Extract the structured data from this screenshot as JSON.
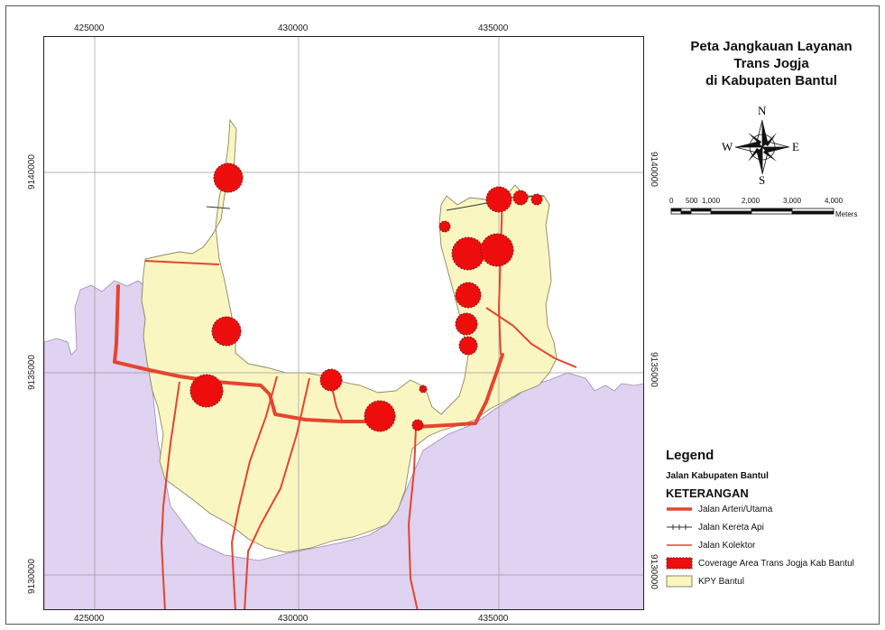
{
  "map": {
    "title_lines": [
      "Peta Jangkauan Layanan",
      "Trans Jogja",
      "di Kabupaten Bantul"
    ],
    "x_ticks": [
      "425000",
      "430000",
      "435000"
    ],
    "y_ticks": [
      "9140000",
      "9135000",
      "9130000"
    ],
    "compass": {
      "n": "N",
      "s": "S",
      "e": "E",
      "w": "W"
    },
    "scale": {
      "labels": [
        "0",
        "500",
        "1,000",
        "2,000",
        "3,000",
        "4,000"
      ],
      "unit": "Meters"
    },
    "colors": {
      "area": "#faf6c2",
      "outside": "#e0d2f1",
      "road": "#e5452e",
      "coverage": "#ee0d0d",
      "rail": "#333333"
    }
  },
  "legend": {
    "title": "Legend",
    "subtitle": "Jalan Kabupaten Bantul",
    "heading": "KETERANGAN",
    "items": [
      {
        "label": "Jalan Arteri/Utama",
        "symbol": "thick-line-icon"
      },
      {
        "label": "Jalan Kereta Api",
        "symbol": "rail-line-icon"
      },
      {
        "label": "Jalan Kolektor",
        "symbol": "thin-line-icon"
      },
      {
        "label": "Coverage Area Trans Jogja Kab Bantul",
        "symbol": "coverage-patch-icon"
      },
      {
        "label": "KPY Bantul",
        "symbol": "area-patch-icon"
      }
    ]
  }
}
